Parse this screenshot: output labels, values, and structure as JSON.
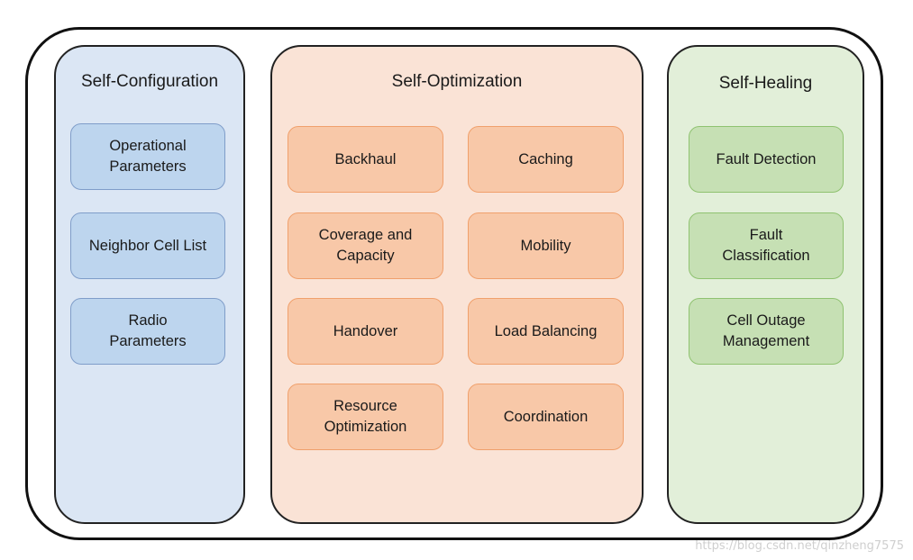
{
  "diagram": {
    "config": {
      "title": "Self-Configuration",
      "items": [
        "Operational\nParameters",
        "Neighbor Cell List",
        "Radio\nParameters"
      ]
    },
    "optimization": {
      "title": "Self-Optimization",
      "left": [
        "Backhaul",
        "Coverage and\nCapacity",
        "Handover",
        "Resource\nOptimization"
      ],
      "right": [
        "Caching",
        "Mobility",
        "Load Balancing",
        "Coordination"
      ]
    },
    "healing": {
      "title": "Self-Healing",
      "items": [
        "Fault Detection",
        "Fault\nClassification",
        "Cell Outage\nManagement"
      ]
    }
  },
  "watermark": "https://blog.csdn.net/qinzheng7575"
}
